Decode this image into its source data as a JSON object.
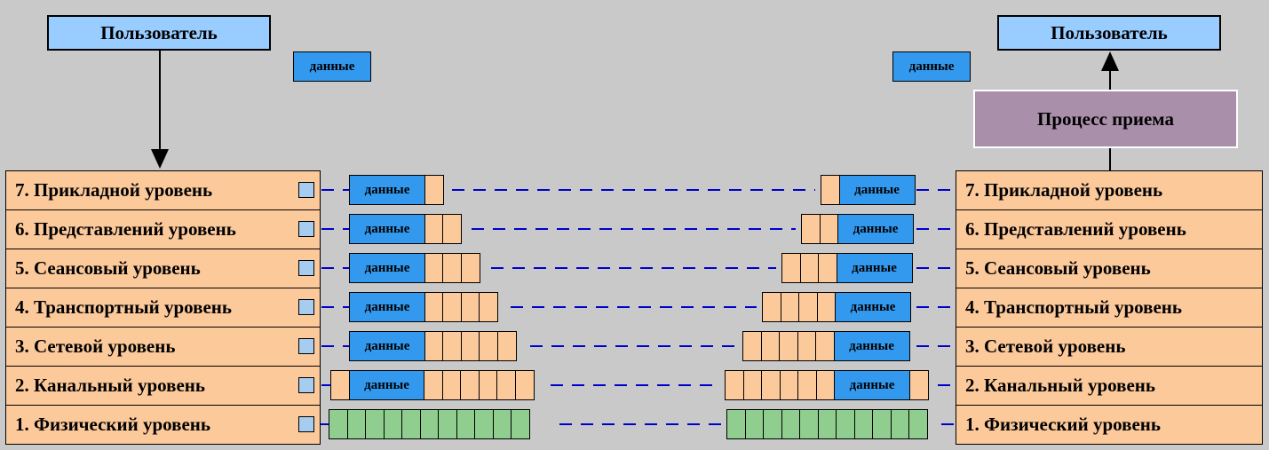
{
  "user_left": "Пользователь",
  "user_right": "Пользователь",
  "data_label": "данные",
  "receive_process": "Процесс приема",
  "layers": [
    {
      "label": "7. Прикладной уровень",
      "headers": 1,
      "trailer": false,
      "physical": false
    },
    {
      "label": "6. Представлений уровень",
      "headers": 2,
      "trailer": false,
      "physical": false
    },
    {
      "label": "5. Сеансовый уровень",
      "headers": 3,
      "trailer": false,
      "physical": false
    },
    {
      "label": "4. Транспортный уровень",
      "headers": 4,
      "trailer": false,
      "physical": false
    },
    {
      "label": "3. Сетевой уровень",
      "headers": 5,
      "trailer": false,
      "physical": false
    },
    {
      "label": "2. Канальный уровень",
      "headers": 6,
      "trailer": true,
      "physical": false
    },
    {
      "label": "1. Физический уровень",
      "headers": 11,
      "trailer": false,
      "physical": true
    }
  ],
  "colors": {
    "background": "#c9c9c9",
    "user_box": "#99ccff",
    "data": "#3399ee",
    "header": "#fcc99b",
    "layer": "#fcc99b",
    "physical": "#8fce8f",
    "process": "#a98fa9",
    "link": "#0000cc"
  }
}
